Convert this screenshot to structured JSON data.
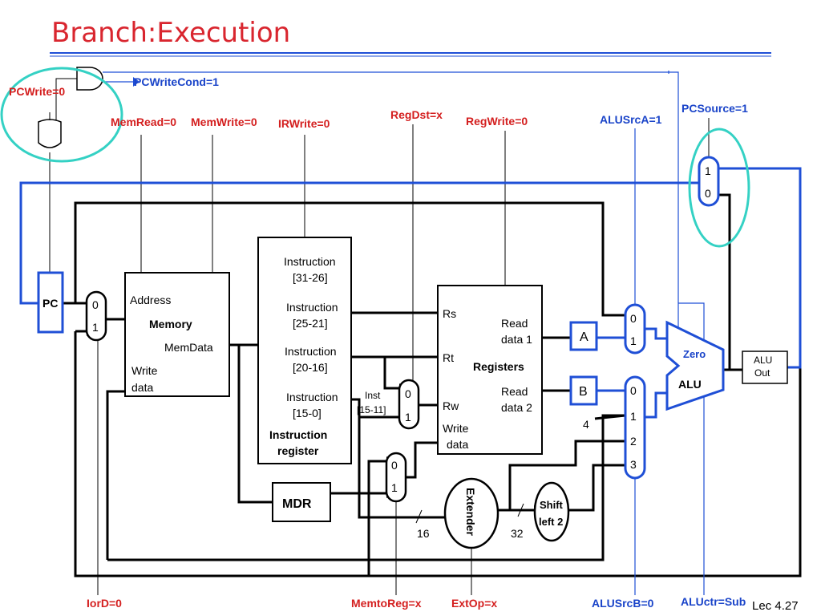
{
  "title": "Branch:Execution",
  "footer": "Lec 4.27",
  "controls": {
    "pcwrite": "PCWrite=0",
    "pcwritecond": "PCWriteCond=1",
    "memread": "MemRead=0",
    "memwrite": "MemWrite=0",
    "irwrite": "IRWrite=0",
    "regdst": "RegDst=x",
    "regwrite": "RegWrite=0",
    "alusrca": "ALUSrcA=1",
    "pcsource": "PCSource=1",
    "iord": "IorD=0",
    "memtoreg": "MemtoReg=x",
    "extop": "ExtOp=x",
    "alusrcb": "ALUSrcB=0",
    "aluctr": "ALUctr=Sub"
  },
  "blocks": {
    "pc": "PC",
    "memory": {
      "address": "Address",
      "name": "Memory",
      "memdata": "MemData",
      "write": "Write",
      "data": "data"
    },
    "ir": {
      "f1a": "Instruction",
      "f1b": "[31-26]",
      "f2a": "Instruction",
      "f2b": "[25-21]",
      "f3a": "Instruction",
      "f3b": "[20-16]",
      "f4a": "Instruction",
      "f4b": "[15-0]",
      "name1": "Instruction",
      "name2": "register"
    },
    "inst": {
      "a": "Inst",
      "b": "[15-11]"
    },
    "registers": {
      "rs": "Rs",
      "rt": "Rt",
      "rw": "Rw",
      "write1": "Write",
      "write2": "data",
      "rd1a": "Read",
      "rd1b": "data 1",
      "name": "Registers",
      "rd2a": "Read",
      "rd2b": "data 2"
    },
    "a": "A",
    "b": "B",
    "mdr": "MDR",
    "extender": "Extender",
    "shift1": "Shift",
    "shift2": "left 2",
    "alu": {
      "zero": "Zero",
      "name": "ALU"
    },
    "aluout1": "ALU",
    "aluout2": "Out",
    "four": "4",
    "w16": "16",
    "w32": "32"
  },
  "mux_labels": {
    "pcsrc": [
      "1",
      "0"
    ],
    "iord": [
      "0",
      "1"
    ],
    "regdst": [
      "0",
      "1"
    ],
    "memtoreg": [
      "0",
      "1"
    ],
    "alusrca": [
      "0",
      "1"
    ],
    "alusrcb": [
      "0",
      "1",
      "2",
      "3"
    ]
  }
}
